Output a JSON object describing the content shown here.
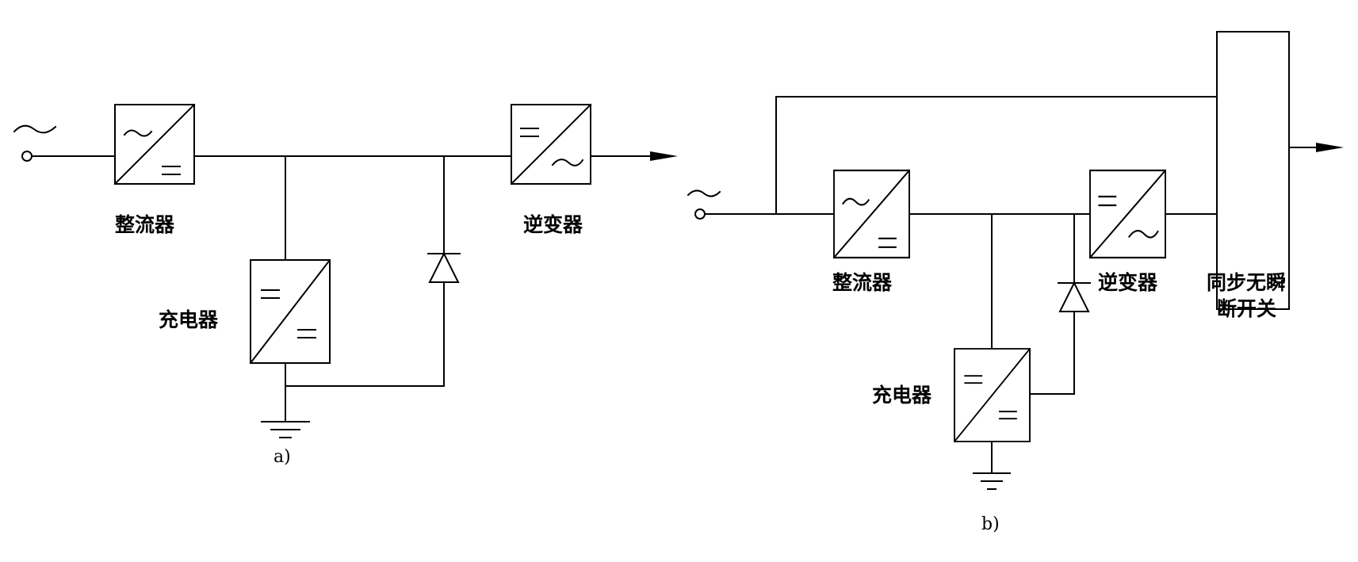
{
  "diagram_a": {
    "rectifier_label": "整流器",
    "inverter_label": "逆变器",
    "charger_label": "充电器",
    "caption": "a)"
  },
  "diagram_b": {
    "rectifier_label": "整流器",
    "inverter_label": "逆变器",
    "charger_label": "充电器",
    "switch_label_line1": "同步无瞬",
    "switch_label_line2": "断开关",
    "caption": "b)"
  },
  "icons": {
    "ac_source": "ac-tilde-icon",
    "ground": "ground-icon",
    "diode": "diode-icon",
    "output": "arrow-icon"
  },
  "colors": {
    "line": "#000000",
    "background": "#ffffff"
  }
}
